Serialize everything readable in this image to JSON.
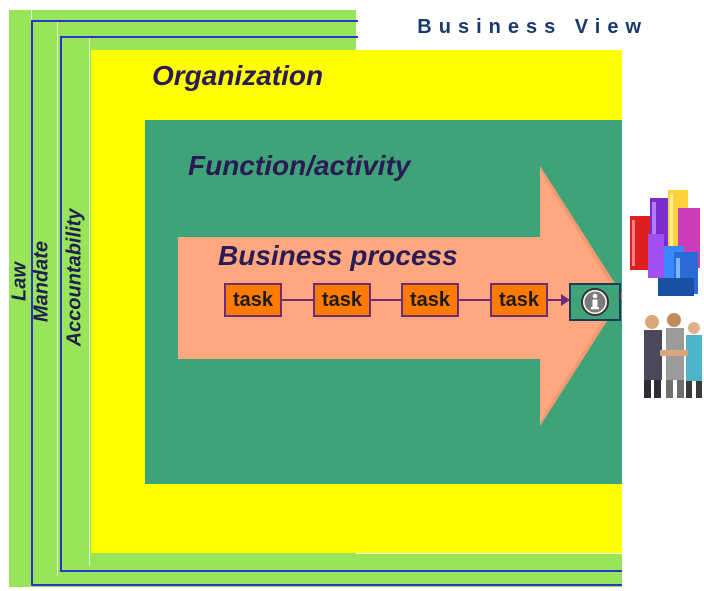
{
  "header": {
    "title": "Business View"
  },
  "layers": {
    "outer_labels": [
      "Law",
      "Mandate",
      "Accountability"
    ],
    "organization": "Organization",
    "function": "Function/activity",
    "process": "Business process"
  },
  "tasks": [
    "task",
    "task",
    "task",
    "task"
  ],
  "icons": [
    "info-icon",
    "buildings-icon",
    "business-people-icon"
  ],
  "colors": {
    "outer": "#99e55a",
    "organization": "#ffff00",
    "function": "#3fa37a",
    "process_arrow": "#ffa87f",
    "task": "#ff7a00",
    "border_lines": "#2a35c8"
  }
}
